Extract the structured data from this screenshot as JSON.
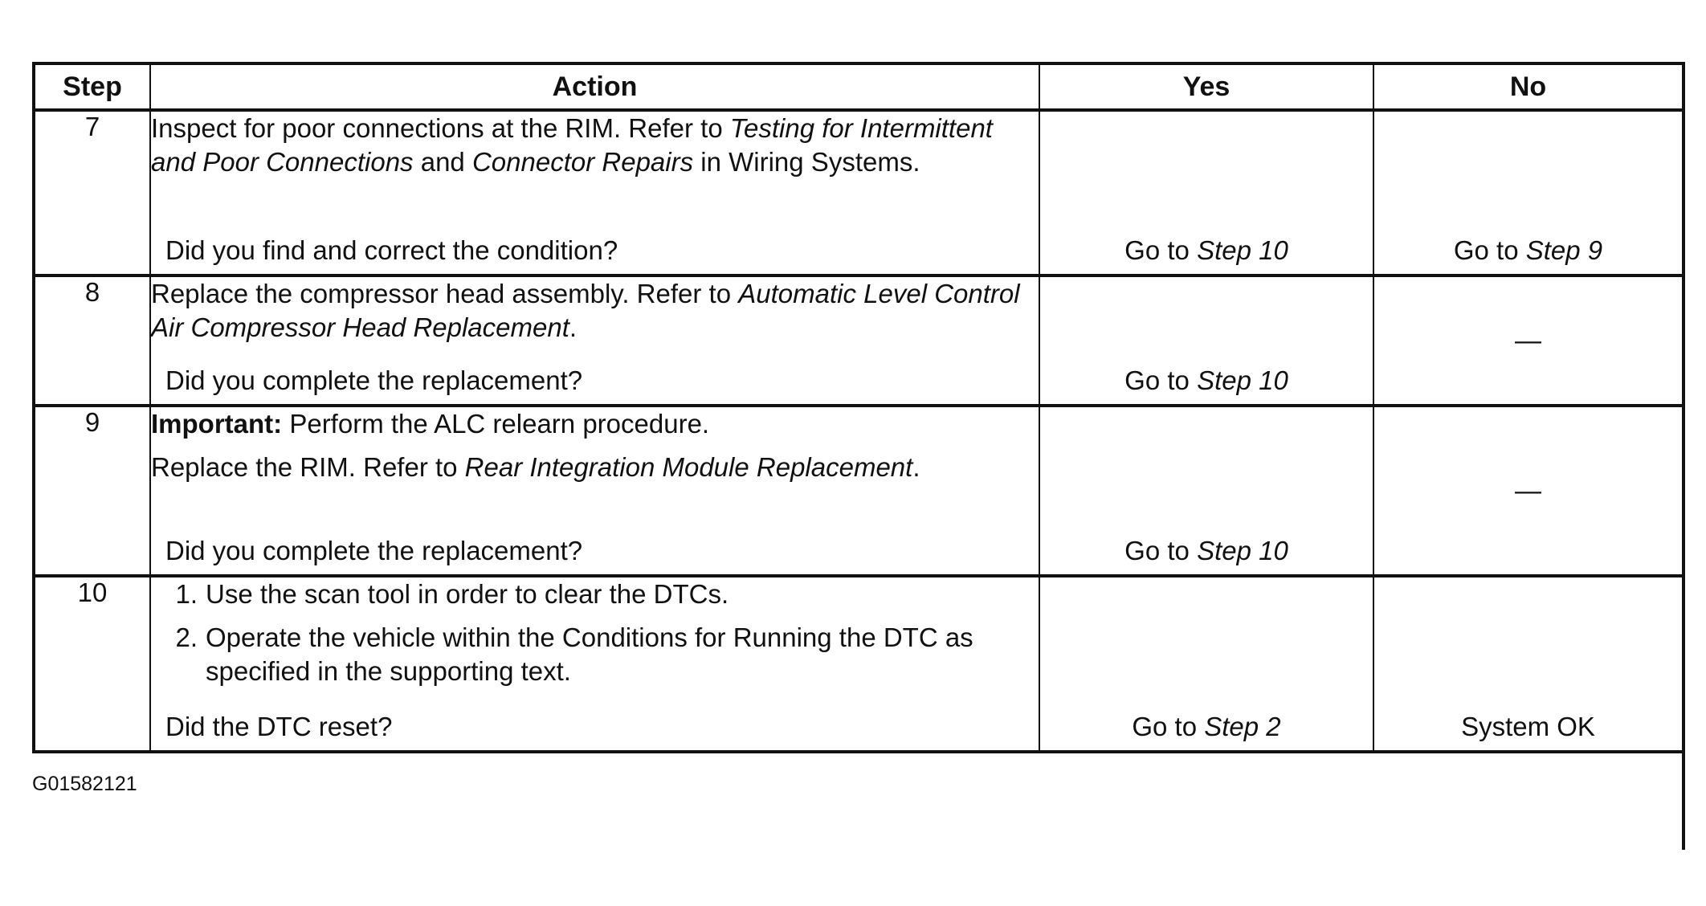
{
  "table": {
    "headers": [
      "Step",
      "Action",
      "Yes",
      "No"
    ],
    "rows": [
      {
        "step": "7",
        "action": {
          "line1_a": "Inspect for poor connections at the RIM. Refer to ",
          "line1_ref1": "Testing for Intermittent and Poor Connections",
          "line1_b": " and ",
          "line1_ref2": "Connector Repairs",
          "line1_c": " in Wiring Systems.",
          "question": "Did you find and correct the condition?"
        },
        "yes_prefix": "Go to ",
        "yes_ref": "Step 10",
        "no_prefix": "Go to ",
        "no_ref": "Step 9"
      },
      {
        "step": "8",
        "action": {
          "line1_a": "Replace the compressor head assembly. Refer to ",
          "line1_ref1": "Automatic Level Control Air Compressor Head Replacement",
          "line1_b": ".",
          "question": "Did you complete the replacement?"
        },
        "yes_prefix": "Go to ",
        "yes_ref": "Step 10",
        "no": "—"
      },
      {
        "step": "9",
        "action": {
          "important_label": "Important:",
          "important_text": " Perform the ALC relearn procedure.",
          "line2_a": "Replace the RIM. Refer to ",
          "line2_ref": "Rear Integration Module Replacement",
          "line2_b": ".",
          "question": "Did you complete the replacement?"
        },
        "yes_prefix": "Go to ",
        "yes_ref": "Step 10",
        "no": "—"
      },
      {
        "step": "10",
        "action": {
          "items": [
            {
              "num": "1.",
              "text": "Use the scan tool in order to clear the DTCs."
            },
            {
              "num": "2.",
              "text": "Operate the vehicle within the Conditions for Running the DTC as specified in the supporting text."
            }
          ],
          "question": "Did the DTC reset?"
        },
        "yes_prefix": "Go to ",
        "yes_ref": "Step 2",
        "no": "System OK"
      }
    ]
  },
  "figure_id": "G01582121"
}
